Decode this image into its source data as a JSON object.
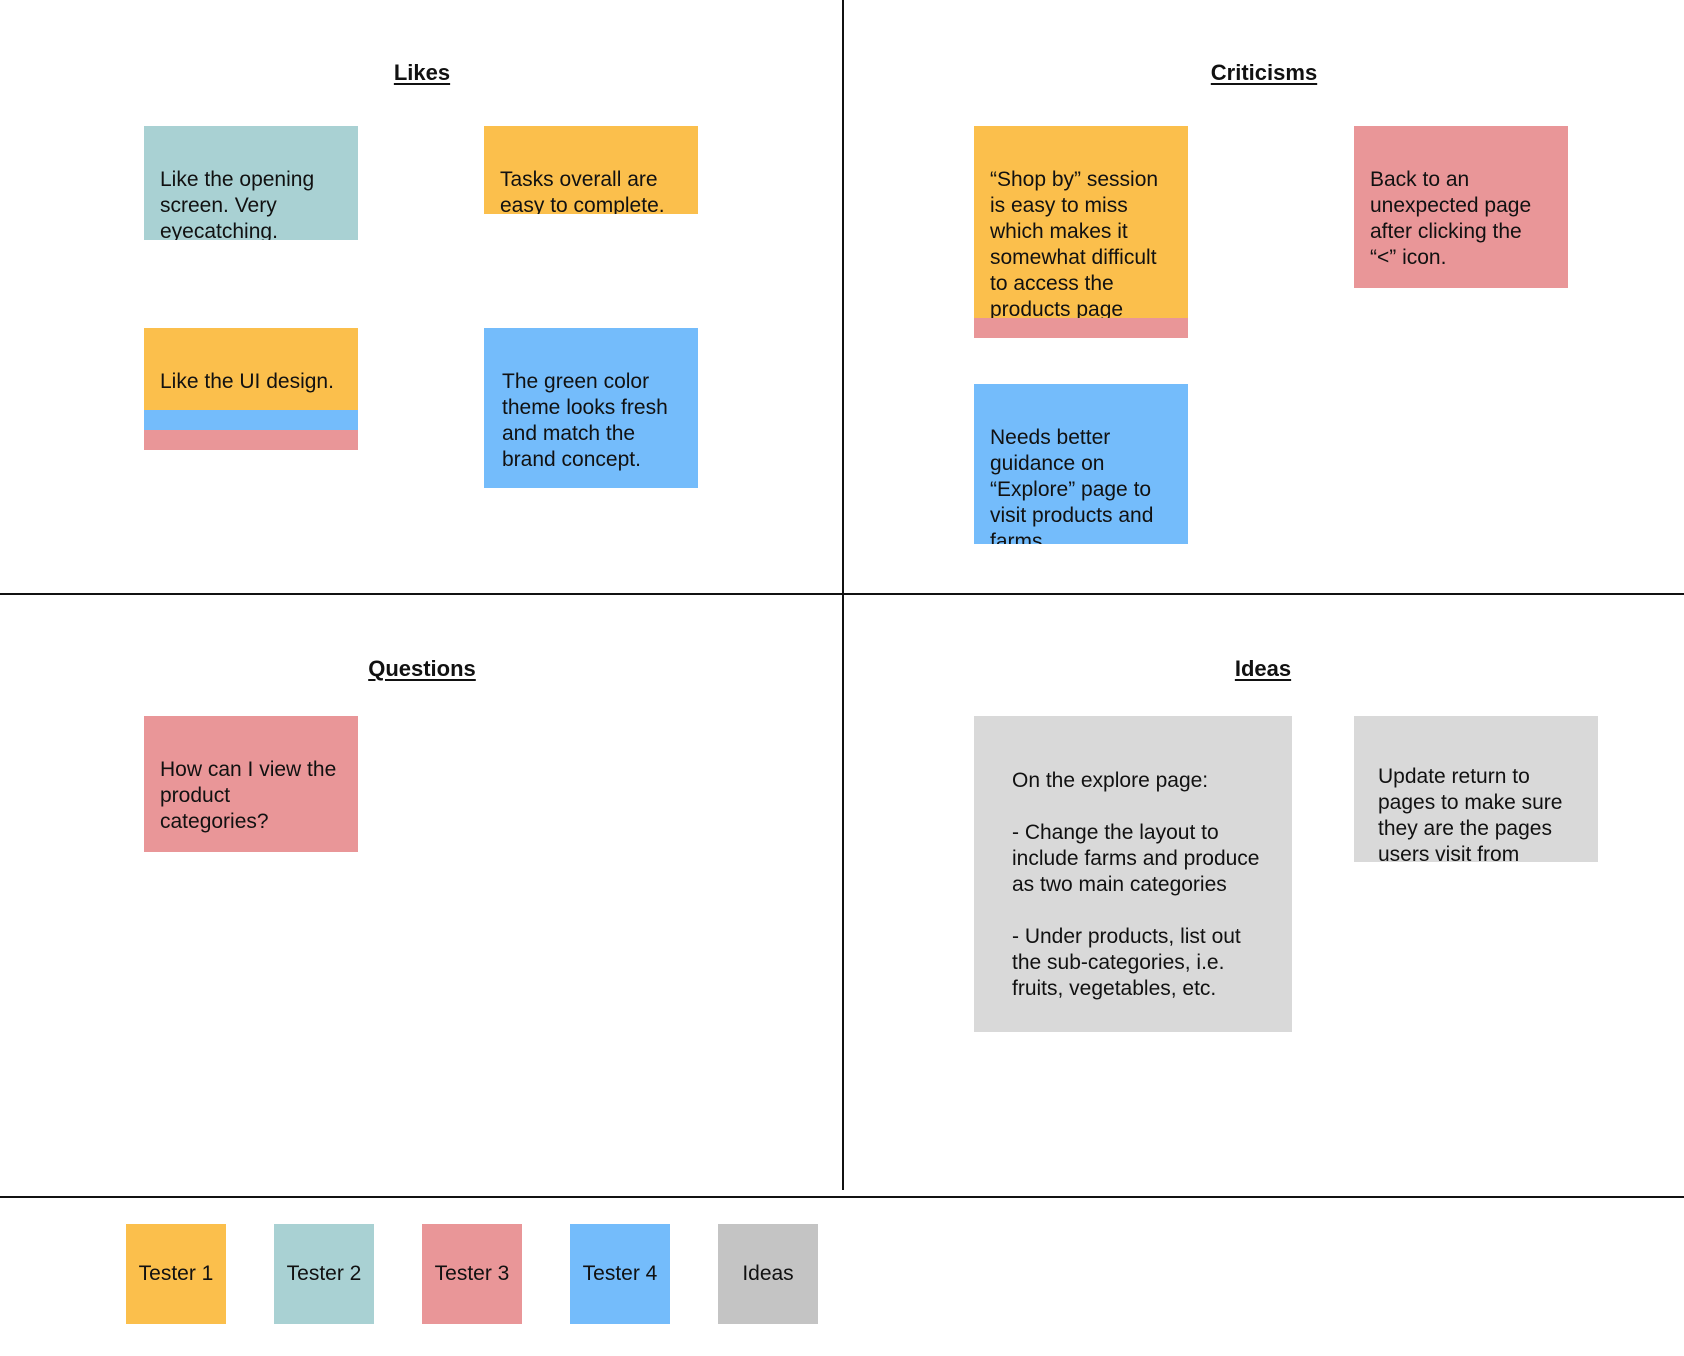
{
  "colors": {
    "tester1": "#fbbf4c",
    "tester2": "#a9d1d3",
    "tester3": "#e99698",
    "tester4": "#74bcfb",
    "ideas_note": "#d9d9d9",
    "ideas_legend": "#c4c4c4"
  },
  "sections": {
    "likes": {
      "title": "Likes"
    },
    "criticisms": {
      "title": "Criticisms"
    },
    "questions": {
      "title": "Questions"
    },
    "ideas": {
      "title": "Ideas"
    }
  },
  "notes": {
    "likes_opening_screen": "Like the opening screen. Very eyecatching.",
    "likes_tasks_easy": "Tasks overall are easy to complete.",
    "likes_ui_design": "Like the UI design.",
    "likes_green_theme": "The green color theme looks fresh and match the brand concept.",
    "crit_shop_by": "“Shop by” session is easy to miss which makes it somewhat difficult to access the products page",
    "crit_back_page": "Back to an unexpected page after clicking the “<” icon.",
    "crit_explore_guidance": "Needs better guidance on “Explore” page to visit products and farms",
    "question_categories": "How can I view the product categories?",
    "idea_explore_page": "On the explore page:\n\n- Change the layout to include farms and produce as two main categories\n\n- Under products, list out the sub-categories, i.e. fruits, vegetables, etc.",
    "idea_return_pages": "Update return to pages to make sure they are the pages users visit from"
  },
  "legend": [
    {
      "label": "Tester 1",
      "color": "#fbbf4c"
    },
    {
      "label": "Tester 2",
      "color": "#a9d1d3"
    },
    {
      "label": "Tester 3",
      "color": "#e99698"
    },
    {
      "label": "Tester 4",
      "color": "#74bcfb"
    },
    {
      "label": "Ideas",
      "color": "#c4c4c4"
    }
  ]
}
